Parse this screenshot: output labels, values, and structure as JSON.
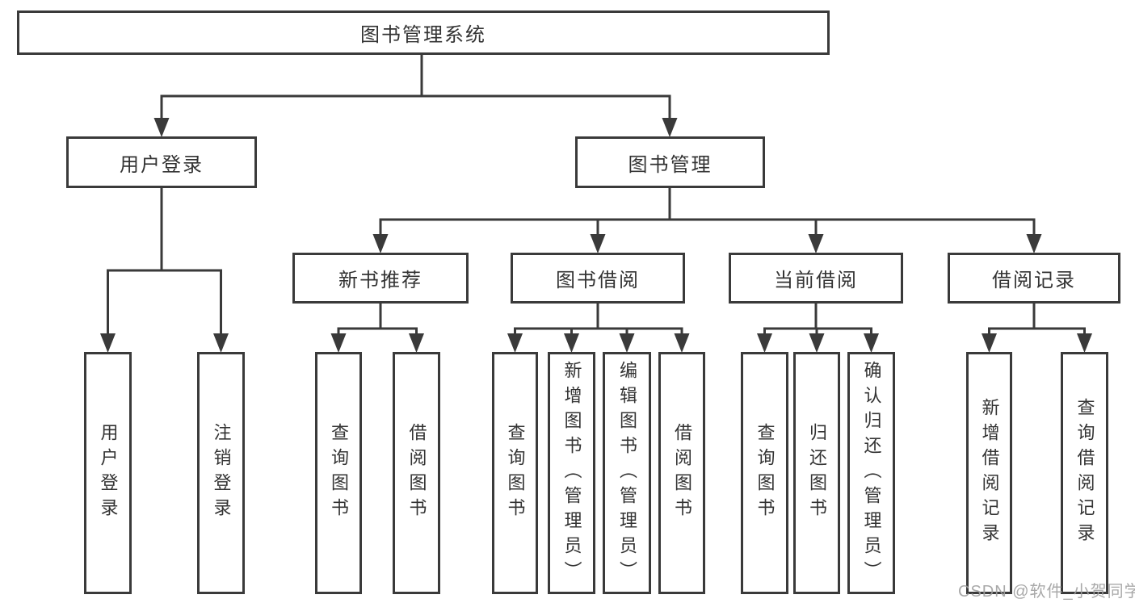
{
  "diagram": {
    "root": {
      "label": "图书管理系统"
    },
    "branches": [
      {
        "label": "用户登录",
        "children": [
          {
            "label": "用户登录"
          },
          {
            "label": "注销登录"
          }
        ]
      },
      {
        "label": "图书管理",
        "children": [
          {
            "label": "新书推荐",
            "children": [
              {
                "label": "查询图书"
              },
              {
                "label": "借阅图书"
              }
            ]
          },
          {
            "label": "图书借阅",
            "children": [
              {
                "label": "查询图书"
              },
              {
                "label": "新增图书（管理员）"
              },
              {
                "label": "编辑图书（管理员）"
              },
              {
                "label": "借阅图书"
              }
            ]
          },
          {
            "label": "当前借阅",
            "children": [
              {
                "label": "查询图书"
              },
              {
                "label": "归还图书"
              },
              {
                "label": "确认归还（管理员）"
              }
            ]
          },
          {
            "label": "借阅记录",
            "children": [
              {
                "label": "新增借阅记录"
              },
              {
                "label": "查询借阅记录"
              }
            ]
          }
        ]
      }
    ]
  },
  "watermark": {
    "text": "CSDN @软件_小贺同学"
  },
  "colors": {
    "line": "#3a3a3a",
    "box_border": "#3a3a3a",
    "box_background": "#ffffff",
    "text": "#333333",
    "watermark": "#a0a0a0",
    "page_background": "#ffffff"
  }
}
